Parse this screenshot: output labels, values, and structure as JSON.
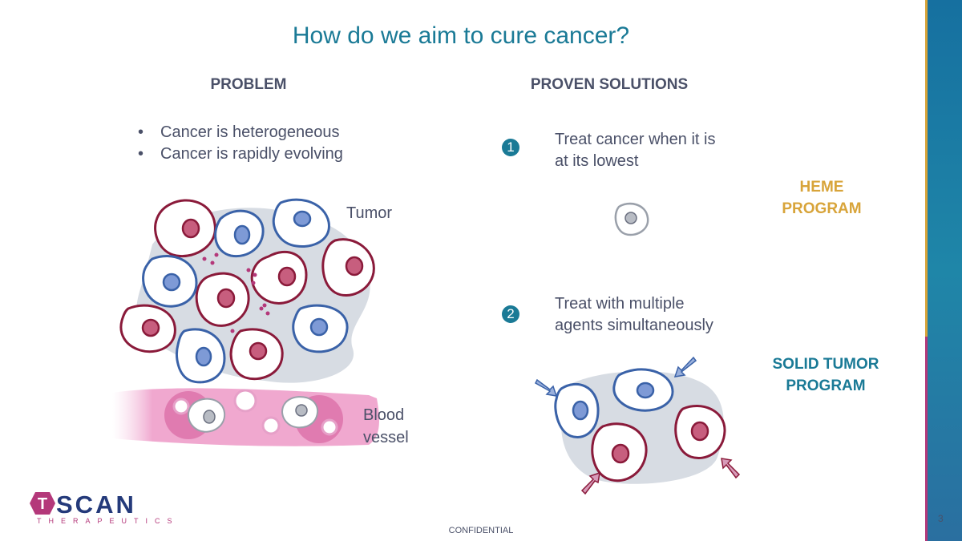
{
  "slide": {
    "title": "How do we aim to cure cancer?",
    "page_number": "3",
    "footer": "CONFIDENTIAL"
  },
  "problem": {
    "heading": "PROBLEM",
    "bullets": [
      "Cancer is heterogeneous",
      "Cancer is rapidly evolving"
    ],
    "tumor_label": "Tumor",
    "blood_vessel_label_line1": "Blood",
    "blood_vessel_label_line2": "vessel"
  },
  "solutions": {
    "heading": "PROVEN SOLUTIONS",
    "items": [
      {
        "number": "1",
        "line1": "Treat cancer when it is",
        "line2": "at its lowest"
      },
      {
        "number": "2",
        "line1": "Treat with multiple",
        "line2": "agents simultaneously"
      }
    ],
    "heme_line1": "HEME",
    "heme_line2": "PROGRAM",
    "solid_line1": "SOLID TUMOR",
    "solid_line2": "PROGRAM"
  },
  "logo": {
    "letter": "T",
    "name": "SCAN",
    "subtitle": "THERAPEUTICS"
  },
  "colors": {
    "title": "#1a7a96",
    "text": "#4a5068",
    "heme": "#d8a43a",
    "solid": "#1a7a96",
    "tumor_cell": "#8a1a3a",
    "immune_cell": "#3a62a8",
    "logo_pink": "#b4387a",
    "logo_navy": "#243a7a"
  }
}
